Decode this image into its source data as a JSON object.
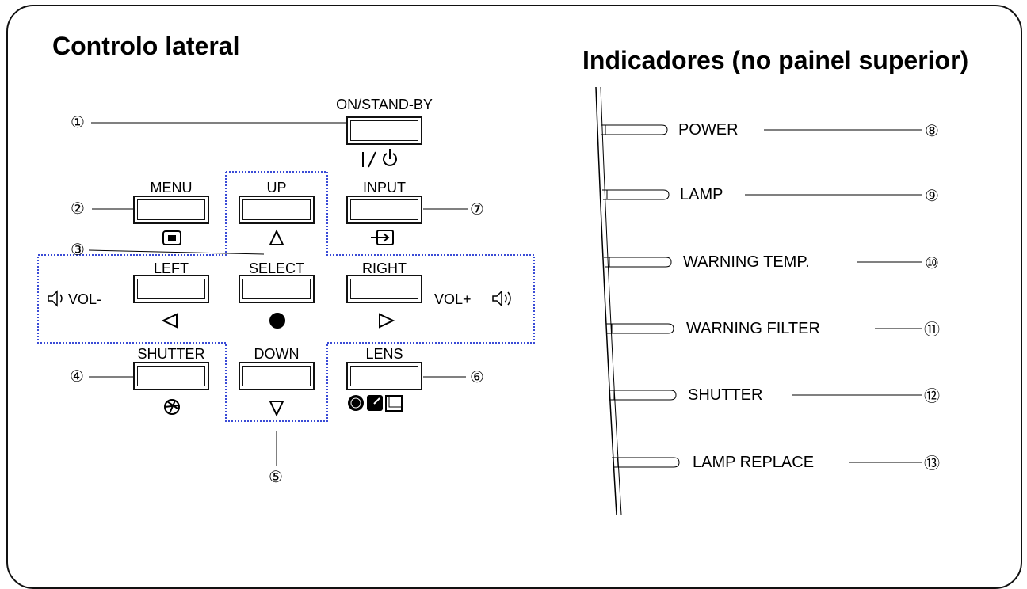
{
  "left_title": "Controlo lateral",
  "right_title": "Indicadores (no painel superior)",
  "buttons": {
    "on_standby": "ON/STAND-BY",
    "menu": "MENU",
    "up": "UP",
    "input": "INPUT",
    "left": "LEFT",
    "select": "SELECT",
    "right": "RIGHT",
    "shutter": "SHUTTER",
    "down": "DOWN",
    "lens": "LENS",
    "vol_minus": "VOL-",
    "vol_plus": "VOL+"
  },
  "callouts": {
    "c1": "①",
    "c2": "②",
    "c3": "③",
    "c4": "④",
    "c5": "⑤",
    "c6": "⑥",
    "c7": "⑦",
    "c8": "⑧",
    "c9": "⑨",
    "c10": "⑩",
    "c11": "⑪",
    "c12": "⑫",
    "c13": "⑬"
  },
  "indicators": {
    "power": "POWER",
    "lamp": "LAMP",
    "warning_temp": "WARNING TEMP.",
    "warning_filter": "WARNING FILTER",
    "shutter": "SHUTTER",
    "lamp_replace": "LAMP REPLACE"
  },
  "icons": [
    "power-icon",
    "menu-icon",
    "triangle-up-icon",
    "input-icon",
    "triangle-left-icon",
    "select-dot-icon",
    "triangle-right-icon",
    "shutter-aperture-icon",
    "triangle-down-icon",
    "lens-icons",
    "speaker-low-icon",
    "speaker-high-icon"
  ]
}
